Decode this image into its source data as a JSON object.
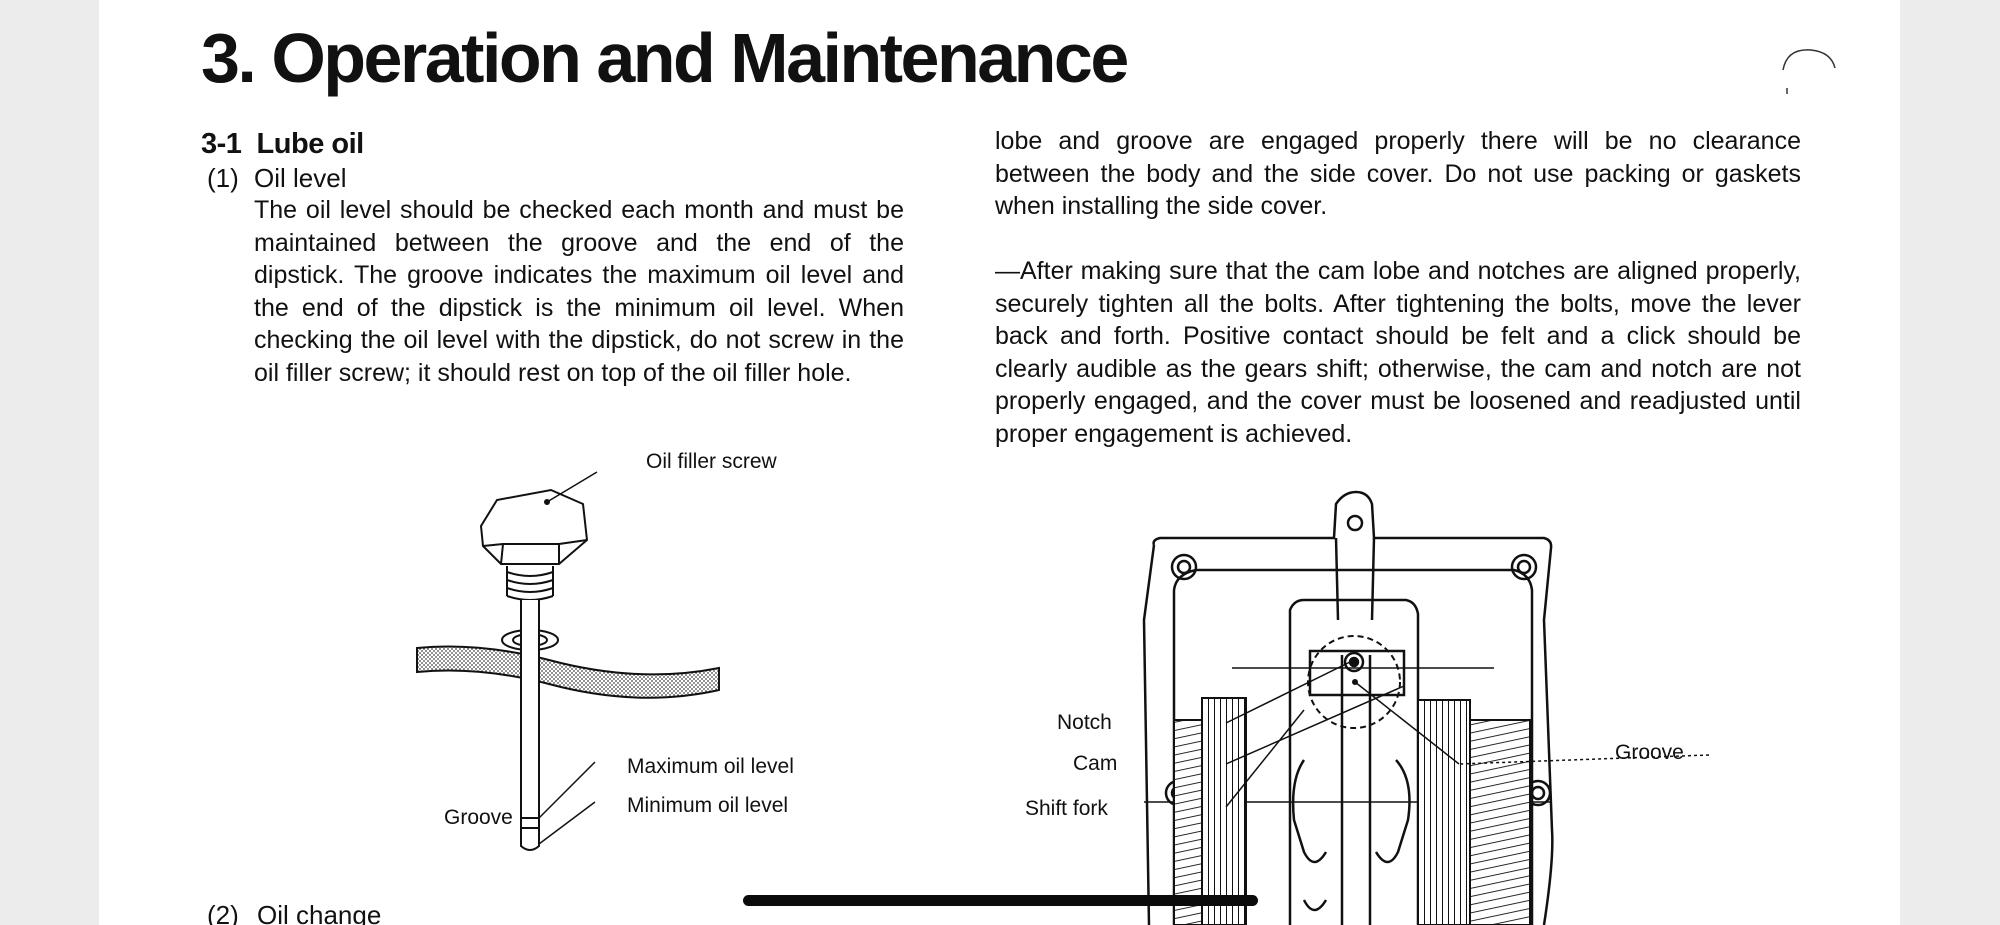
{
  "page_title": "3. Operation and Maintenance",
  "section": {
    "number": "3-1",
    "title": "Lube oil"
  },
  "subsection1": {
    "number": "(1)",
    "title": "Oil level"
  },
  "para_oil_level": "The oil level should be checked each month and must be maintained between the groove and the end of the dipstick. The groove indicates the maximum oil level and the end of the dipstick is the minimum oil level. When checking the oil level with the dipstick, do not screw in the oil filler screw; it should rest on top of the oil filler hole.",
  "para_lobe": "lobe and groove are engaged properly there will be no clearance between the body and the side cover. Do not use packing or gaskets when installing the side cover.",
  "para_after": "—After making sure that the cam lobe and notches are aligned properly, securely tighten all the bolts. After tightening the bolts, move the lever back and forth. Positive contact should be felt and a click should be clearly audible as the gears shift; otherwise, the cam and notch are not properly engaged, and the cover must be loosened and readjusted until proper engagement is achieved.",
  "subsection2": {
    "number": "(2)",
    "title": "Oil change"
  },
  "figure_dipstick": {
    "label_filler_screw": "Oil filler screw",
    "label_max": "Maximum oil level",
    "label_min": "Minimum oil level",
    "label_groove": "Groove"
  },
  "figure_gearbox": {
    "label_notch": "Notch",
    "label_cam": "Cam",
    "label_shift_fork": "Shift fork",
    "label_groove": "Groove"
  }
}
